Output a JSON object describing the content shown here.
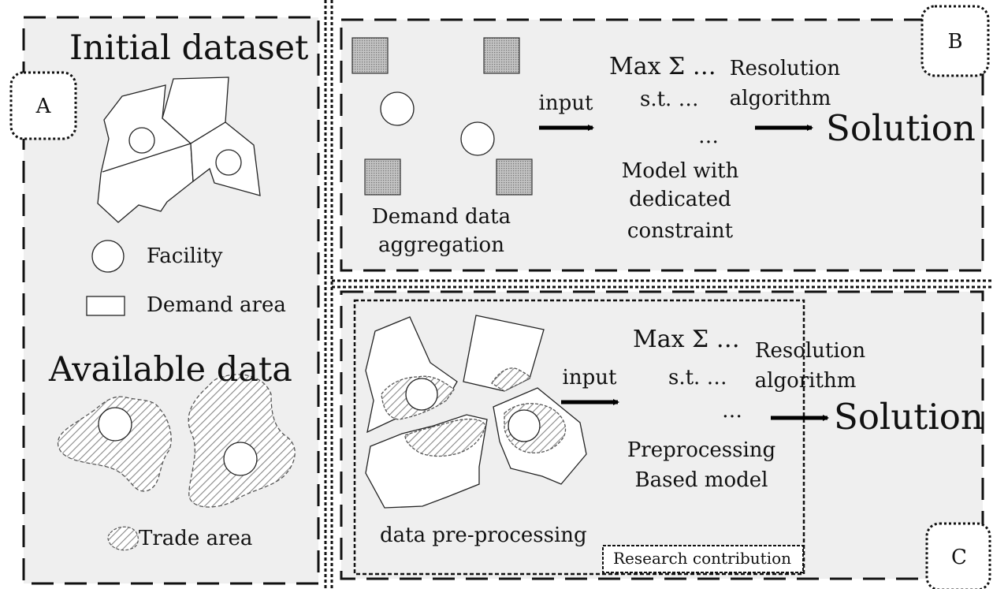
{
  "panels": {
    "a": {
      "tag": "A",
      "initial_title": "Initial dataset",
      "available_title": "Available data",
      "legend": {
        "facility": "Facility",
        "demand_area": "Demand area",
        "trade_area": "Trade area"
      }
    },
    "b": {
      "tag": "B",
      "aggregation_caption": [
        "Demand data",
        "aggregation"
      ],
      "input_label": "input",
      "model": {
        "objective": "Max Σ …",
        "subject_to": "s.t.  …",
        "more": "…"
      },
      "model_caption": [
        "Model with",
        "dedicated",
        "constraint"
      ],
      "algorithm_label": [
        "Resolution",
        "algorithm"
      ],
      "solution_label": "Solution"
    },
    "c": {
      "tag": "C",
      "preprocessing_caption": "data pre-processing",
      "input_label": "input",
      "model": {
        "objective": "Max Σ …",
        "subject_to": "s.t.  …",
        "more": "…"
      },
      "model_caption": [
        "Preprocessing",
        "Based model"
      ],
      "algorithm_label": [
        "Resolution",
        "algorithm"
      ],
      "solution_label": "Solution",
      "contribution_label": "Research contribution"
    }
  },
  "colors": {
    "panel_fill": "#efefef",
    "outline": "#111111",
    "hatch": "#888888",
    "white": "#ffffff"
  }
}
